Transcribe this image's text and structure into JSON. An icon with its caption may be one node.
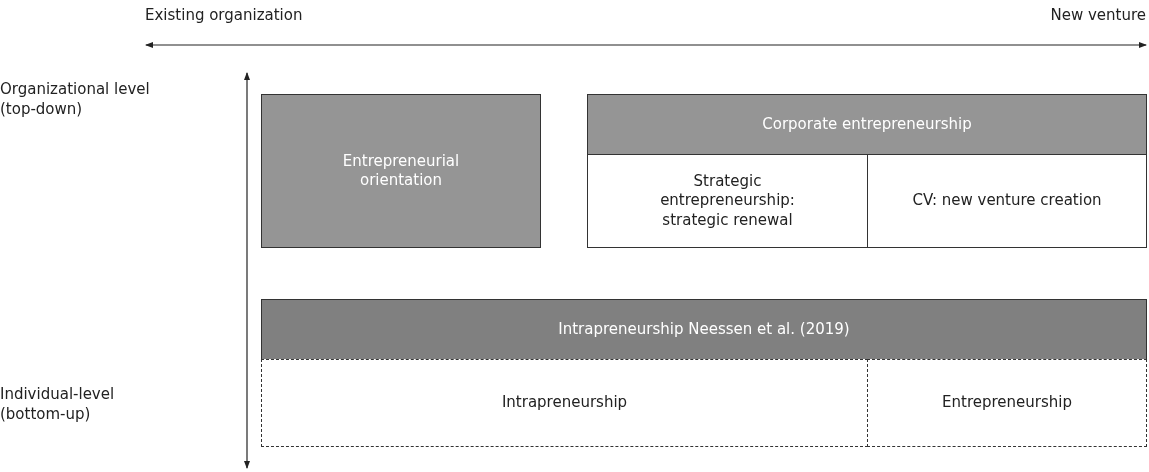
{
  "diagram": {
    "nodes": [
      {
        "text": [
          "Entrepreneurial orientation"
        ]
      },
      {
        "text": [
          "Corporate entrepreneurship"
        ]
      },
      {
        "text": [
          "Strategic entrepreneurship: strategic renewal"
        ]
      },
      {
        "text": [
          "CV: new venture creation"
        ]
      },
      {
        "text": [
          "Intrapreneurship Neessen et al. (2019)"
        ]
      },
      {
        "text": [
          "Intrapreneurship"
        ]
      },
      {
        "text": [
          "Entrepreneurship"
        ]
      }
    ],
    "labels": [
      "Existing organization",
      "New venture",
      "Organizational level (top-down)",
      "Individual-level (bottom-up)"
    ]
  }
}
